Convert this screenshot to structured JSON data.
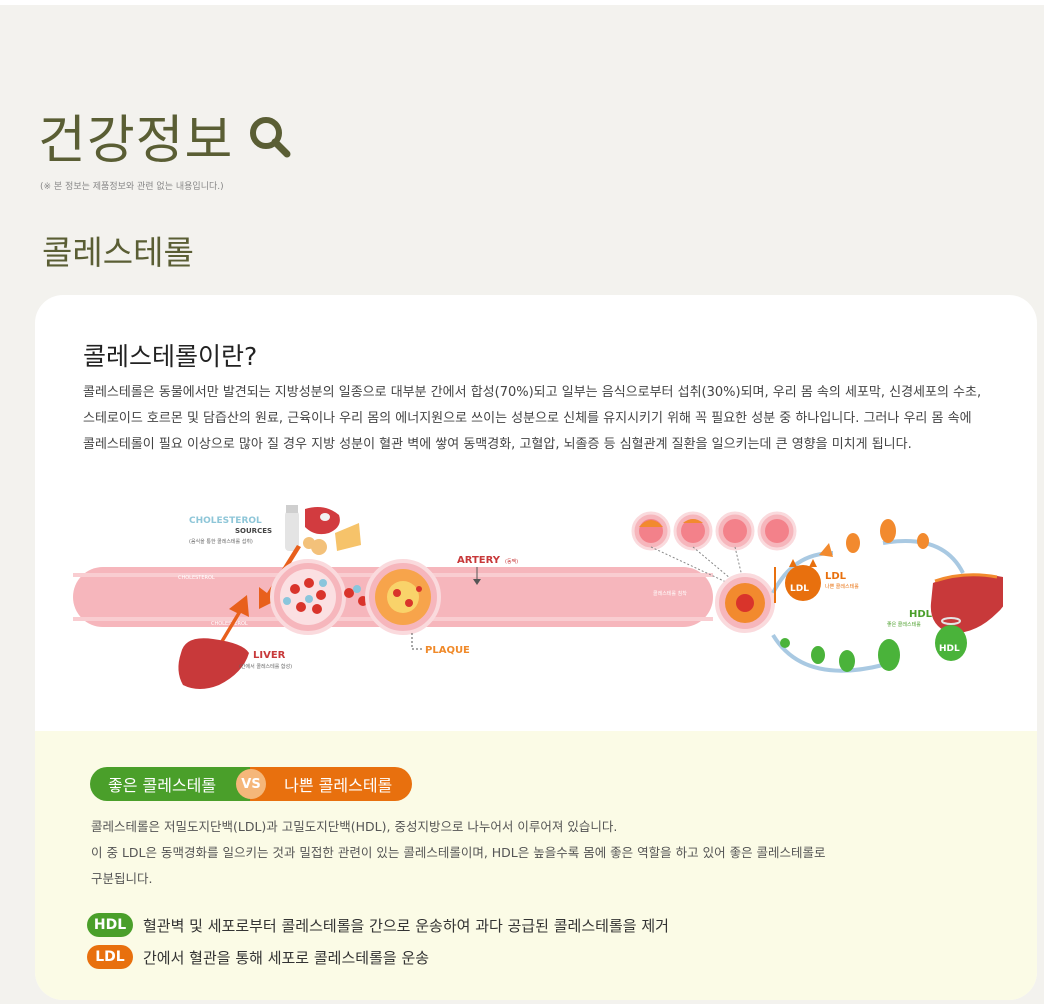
{
  "header": {
    "title": "건강정보",
    "notice": "(※ 본 정보는 제품정보와 관련 없는 내용입니다.)"
  },
  "section": {
    "title": "콜레스테롤"
  },
  "intro": {
    "heading": "콜레스테롤이란?",
    "paragraph": "콜레스테롤은 동물에서만 발견되는 지방성분의 일종으로 대부분 간에서 합성(70%)되고 일부는 음식으로부터 섭취(30%)되며, 우리 몸 속의 세포막, 신경세포의 수초, 스테로이드 호르몬 및 담즙산의 원료, 근육이나 우리 몸의 에너지원으로 쓰이는 성분으로 신체를 유지시키기 위해 꼭 필요한 성분 중 하나입니다. 그러나 우리 몸 속에 콜레스테롤이 필요 이상으로 많아 질 경우 지방 성분이 혈관 벽에 쌓여 동맥경화, 고혈압, 뇌졸증 등 심혈관계 질환을 일으키는데 큰 영향을 미치게 됩니다."
  },
  "diagram": {
    "sources_title": "CHOLESTEROL",
    "sources_sub": "SOURCES",
    "sources_note": "(음식을 통한 콜레스테롤 섭취)",
    "artery_label": "ARTERY",
    "artery_note": "(동맥)",
    "cholesterol_tag": "CHOLESTEROL",
    "liver_label": "LIVER",
    "liver_note": "(간에서 콜레스테롤 합성)",
    "plaque_label": "PLAQUE",
    "deposit_note": "콜레스테롤 침착",
    "ldl_label": "LDL",
    "ldl_note": "나쁜 콜레스테롤",
    "hdl_label": "HDL",
    "hdl_note": "좋은 콜레스테롤",
    "ldl_char": "LDL",
    "hdl_char": "HDL"
  },
  "compare": {
    "good_label": "좋은 콜레스테롤",
    "vs_label": "VS",
    "bad_label": "나쁜 콜레스테롤",
    "line1": "콜레스테롤은 저밀도지단백(LDL)과 고밀도지단백(HDL), 중성지방으로 나누어서 이루어져 있습니다.",
    "line2": "이 중 LDL은 동맥경화를 일으키는 것과 밀접한 관련이 있는 콜레스테롤이며, HDL은 높을수록 몸에 좋은 역할을 하고 있어 좋은 콜레스테롤로",
    "line3": "구분됩니다."
  },
  "definitions": {
    "hdl_tag": "HDL",
    "hdl_text": "혈관벽 및 세포로부터 콜레스테롤을 간으로 운송하여 과다 공급된 콜레스테롤을 제거",
    "ldl_tag": "LDL",
    "ldl_text": "간에서 혈관을 통해 세포로 콜레스테롤을 운송"
  },
  "colors": {
    "title": "#5a5e34",
    "good": "#4a9f2a",
    "bad": "#e8700e",
    "artery": "#f6b6bc",
    "liver": "#c8393a"
  },
  "icons": [
    "search-icon"
  ]
}
